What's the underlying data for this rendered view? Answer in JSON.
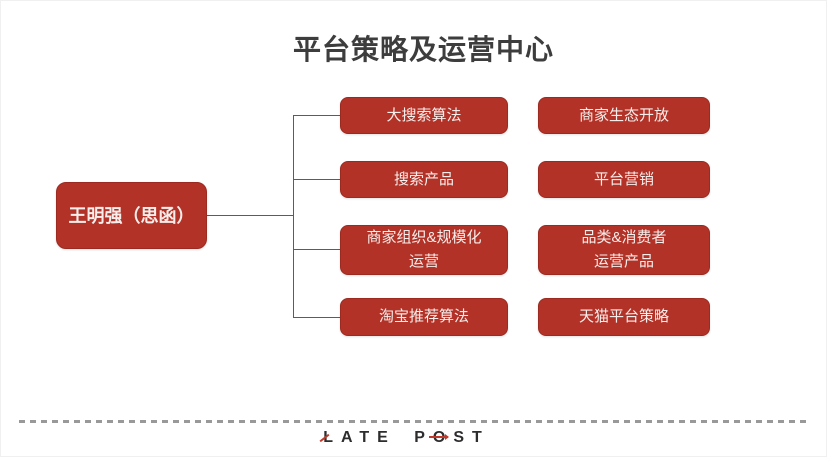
{
  "title": "平台策略及运营中心",
  "root_label": "王明强（思函）",
  "nodes": {
    "mid": [
      {
        "line1": "大搜索算法",
        "line2": ""
      },
      {
        "line1": "搜索产品",
        "line2": ""
      },
      {
        "line1": "商家组织&规模化",
        "line2": "运营"
      },
      {
        "line1": "淘宝推荐算法",
        "line2": ""
      }
    ],
    "right": [
      {
        "line1": "商家生态开放",
        "line2": ""
      },
      {
        "line1": "平台营销",
        "line2": ""
      },
      {
        "line1": "品类&消费者",
        "line2": "运营产品"
      },
      {
        "line1": "天猫平台策略",
        "line2": ""
      }
    ]
  },
  "footer": {
    "logo": {
      "l": "L",
      "ate": "ATE",
      "p": "P",
      "o": "O",
      "st": "ST"
    }
  },
  "colors": {
    "box_red": "#B23228",
    "line_red": "#B03A2E",
    "title_gray": "#3D3D3D",
    "dash_gray": "#999999",
    "logo_dark": "#2D2D2D",
    "logo_accent_red": "#C0392B"
  }
}
